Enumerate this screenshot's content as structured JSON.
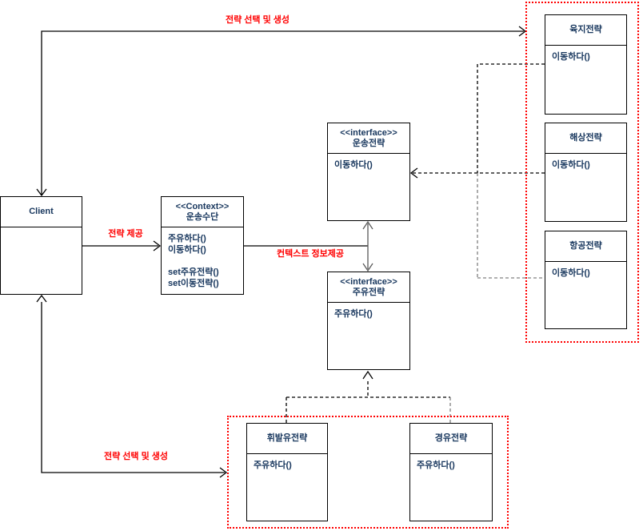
{
  "diagram": {
    "labels": {
      "top_arrow": "전략 선택 및 생성",
      "provide": "전략 제공",
      "context_info": "컨텍스트 정보제공",
      "bottom_arrow": "전략 선택 및 생성"
    },
    "boxes": {
      "client": {
        "title1": "Client"
      },
      "context": {
        "title1": "<<Context>>",
        "title2": "운송수단",
        "m1": "주유하다()",
        "m2": "이동하다()",
        "m3": "",
        "m4": "set주유전략()",
        "m5": "set이동전략()"
      },
      "transport": {
        "title1": "<<interface>>",
        "title2": "운송전략",
        "m1": "이동하다()"
      },
      "refuel": {
        "title1": "<<interface>>",
        "title2": "주유전략",
        "m1": "주유하다()"
      },
      "land": {
        "title1": "육지전략",
        "m1": "이동하다()"
      },
      "sea": {
        "title1": "해상전략",
        "m1": "이동하다()"
      },
      "air": {
        "title1": "항공전략",
        "m1": "이동하다()"
      },
      "gasoline": {
        "title1": "휘발유전략",
        "m1": "주유하다()"
      },
      "diesel": {
        "title1": "경유전략",
        "m1": "주유하다()"
      }
    },
    "colors": {
      "box_text": "#17365D",
      "annotation": "#FF0000",
      "group_border": "#FF0000",
      "line": "#000000",
      "line_gray": "#595959"
    }
  }
}
